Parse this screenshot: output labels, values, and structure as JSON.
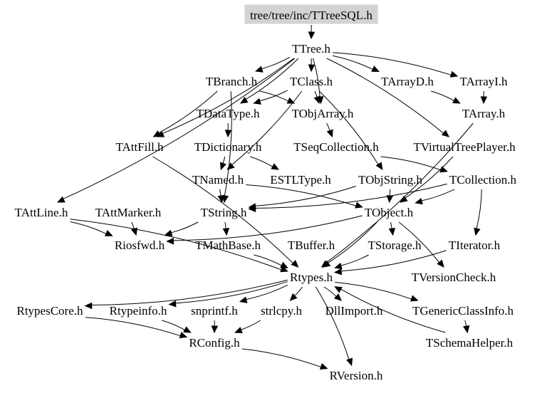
{
  "graph": {
    "root": "tree/tree/inc/TTreeSQL.h",
    "colors": {
      "root_fill": "#d3d3d3",
      "edge": "#000000",
      "text": "#000000",
      "background": "#ffffff"
    },
    "nodes": [
      "tree/tree/inc/TTreeSQL.h",
      "TTree.h",
      "TBranch.h",
      "TClass.h",
      "TArrayD.h",
      "TArrayI.h",
      "TDataType.h",
      "TObjArray.h",
      "TArray.h",
      "TAttFill.h",
      "TDictionary.h",
      "TSeqCollection.h",
      "TVirtualTreePlayer.h",
      "TNamed.h",
      "ESTLType.h",
      "TObjString.h",
      "TCollection.h",
      "TAttLine.h",
      "TAttMarker.h",
      "TString.h",
      "TObject.h",
      "Riosfwd.h",
      "TMathBase.h",
      "TBuffer.h",
      "TStorage.h",
      "TIterator.h",
      "Rtypes.h",
      "TVersionCheck.h",
      "RtypesCore.h",
      "Rtypeinfo.h",
      "snprintf.h",
      "strlcpy.h",
      "DllImport.h",
      "TGenericClassInfo.h",
      "RConfig.h",
      "TSchemaHelper.h",
      "RVersion.h"
    ],
    "edges": [
      [
        "tree/tree/inc/TTreeSQL.h",
        "TTree.h"
      ],
      [
        "TTree.h",
        "TBranch.h"
      ],
      [
        "TTree.h",
        "TClass.h"
      ],
      [
        "TTree.h",
        "TArrayD.h"
      ],
      [
        "TTree.h",
        "TArrayI.h"
      ],
      [
        "TTree.h",
        "TAttFill.h"
      ],
      [
        "TTree.h",
        "TAttLine.h"
      ],
      [
        "TTree.h",
        "TDataType.h"
      ],
      [
        "TTree.h",
        "TVirtualTreePlayer.h"
      ],
      [
        "TTree.h",
        "TObjArray.h"
      ],
      [
        "TBranch.h",
        "TAttFill.h"
      ],
      [
        "TBranch.h",
        "TObjArray.h"
      ],
      [
        "TBranch.h",
        "TString.h"
      ],
      [
        "TClass.h",
        "TObjArray.h"
      ],
      [
        "TClass.h",
        "TDataType.h"
      ],
      [
        "TClass.h",
        "TObjString.h"
      ],
      [
        "TClass.h",
        "TNamed.h"
      ],
      [
        "TArrayD.h",
        "TArray.h"
      ],
      [
        "TArrayI.h",
        "TArray.h"
      ],
      [
        "TDataType.h",
        "TDictionary.h"
      ],
      [
        "TObjArray.h",
        "TSeqCollection.h"
      ],
      [
        "TArray.h",
        "Rtypes.h"
      ],
      [
        "TAttFill.h",
        "Rtypes.h"
      ],
      [
        "TAttLine.h",
        "Rtypes.h"
      ],
      [
        "TAttLine.h",
        "Riosfwd.h"
      ],
      [
        "TDictionary.h",
        "TNamed.h"
      ],
      [
        "TDictionary.h",
        "ESTLType.h"
      ],
      [
        "TSeqCollection.h",
        "TCollection.h"
      ],
      [
        "TVirtualTreePlayer.h",
        "TObject.h"
      ],
      [
        "TNamed.h",
        "TObject.h"
      ],
      [
        "TNamed.h",
        "TString.h"
      ],
      [
        "TObjString.h",
        "TObject.h"
      ],
      [
        "TObjString.h",
        "TString.h"
      ],
      [
        "TCollection.h",
        "TObject.h"
      ],
      [
        "TCollection.h",
        "TString.h"
      ],
      [
        "TCollection.h",
        "TIterator.h"
      ],
      [
        "TAttMarker.h",
        "Riosfwd.h"
      ],
      [
        "TString.h",
        "Riosfwd.h"
      ],
      [
        "TString.h",
        "TMathBase.h"
      ],
      [
        "TObject.h",
        "Riosfwd.h"
      ],
      [
        "TObject.h",
        "Rtypes.h"
      ],
      [
        "TObject.h",
        "TStorage.h"
      ],
      [
        "TObject.h",
        "TVersionCheck.h"
      ],
      [
        "TMathBase.h",
        "Rtypes.h"
      ],
      [
        "TStorage.h",
        "Rtypes.h"
      ],
      [
        "TIterator.h",
        "Rtypes.h"
      ],
      [
        "Rtypes.h",
        "RtypesCore.h"
      ],
      [
        "Rtypes.h",
        "Rtypeinfo.h"
      ],
      [
        "Rtypes.h",
        "snprintf.h"
      ],
      [
        "Rtypes.h",
        "strlcpy.h"
      ],
      [
        "Rtypes.h",
        "DllImport.h"
      ],
      [
        "Rtypes.h",
        "TGenericClassInfo.h"
      ],
      [
        "Rtypes.h",
        "RVersion.h"
      ],
      [
        "RtypesCore.h",
        "RConfig.h"
      ],
      [
        "Rtypeinfo.h",
        "RConfig.h"
      ],
      [
        "snprintf.h",
        "RConfig.h"
      ],
      [
        "strlcpy.h",
        "RConfig.h"
      ],
      [
        "TGenericClassInfo.h",
        "TSchemaHelper.h"
      ],
      [
        "TSchemaHelper.h",
        "Rtypes.h"
      ],
      [
        "RConfig.h",
        "RVersion.h"
      ]
    ]
  }
}
